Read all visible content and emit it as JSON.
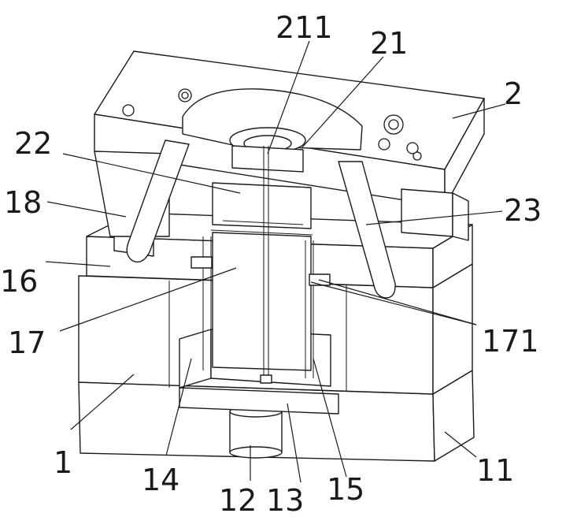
{
  "labels": {
    "l211": "211",
    "l21": "21",
    "l2": "2",
    "l22": "22",
    "l18": "18",
    "l23": "23",
    "l16": "16",
    "l17": "17",
    "l171": "171",
    "l1": "1",
    "l14": "14",
    "l11": "11",
    "l12": "12",
    "l13": "13",
    "l15": "15"
  }
}
